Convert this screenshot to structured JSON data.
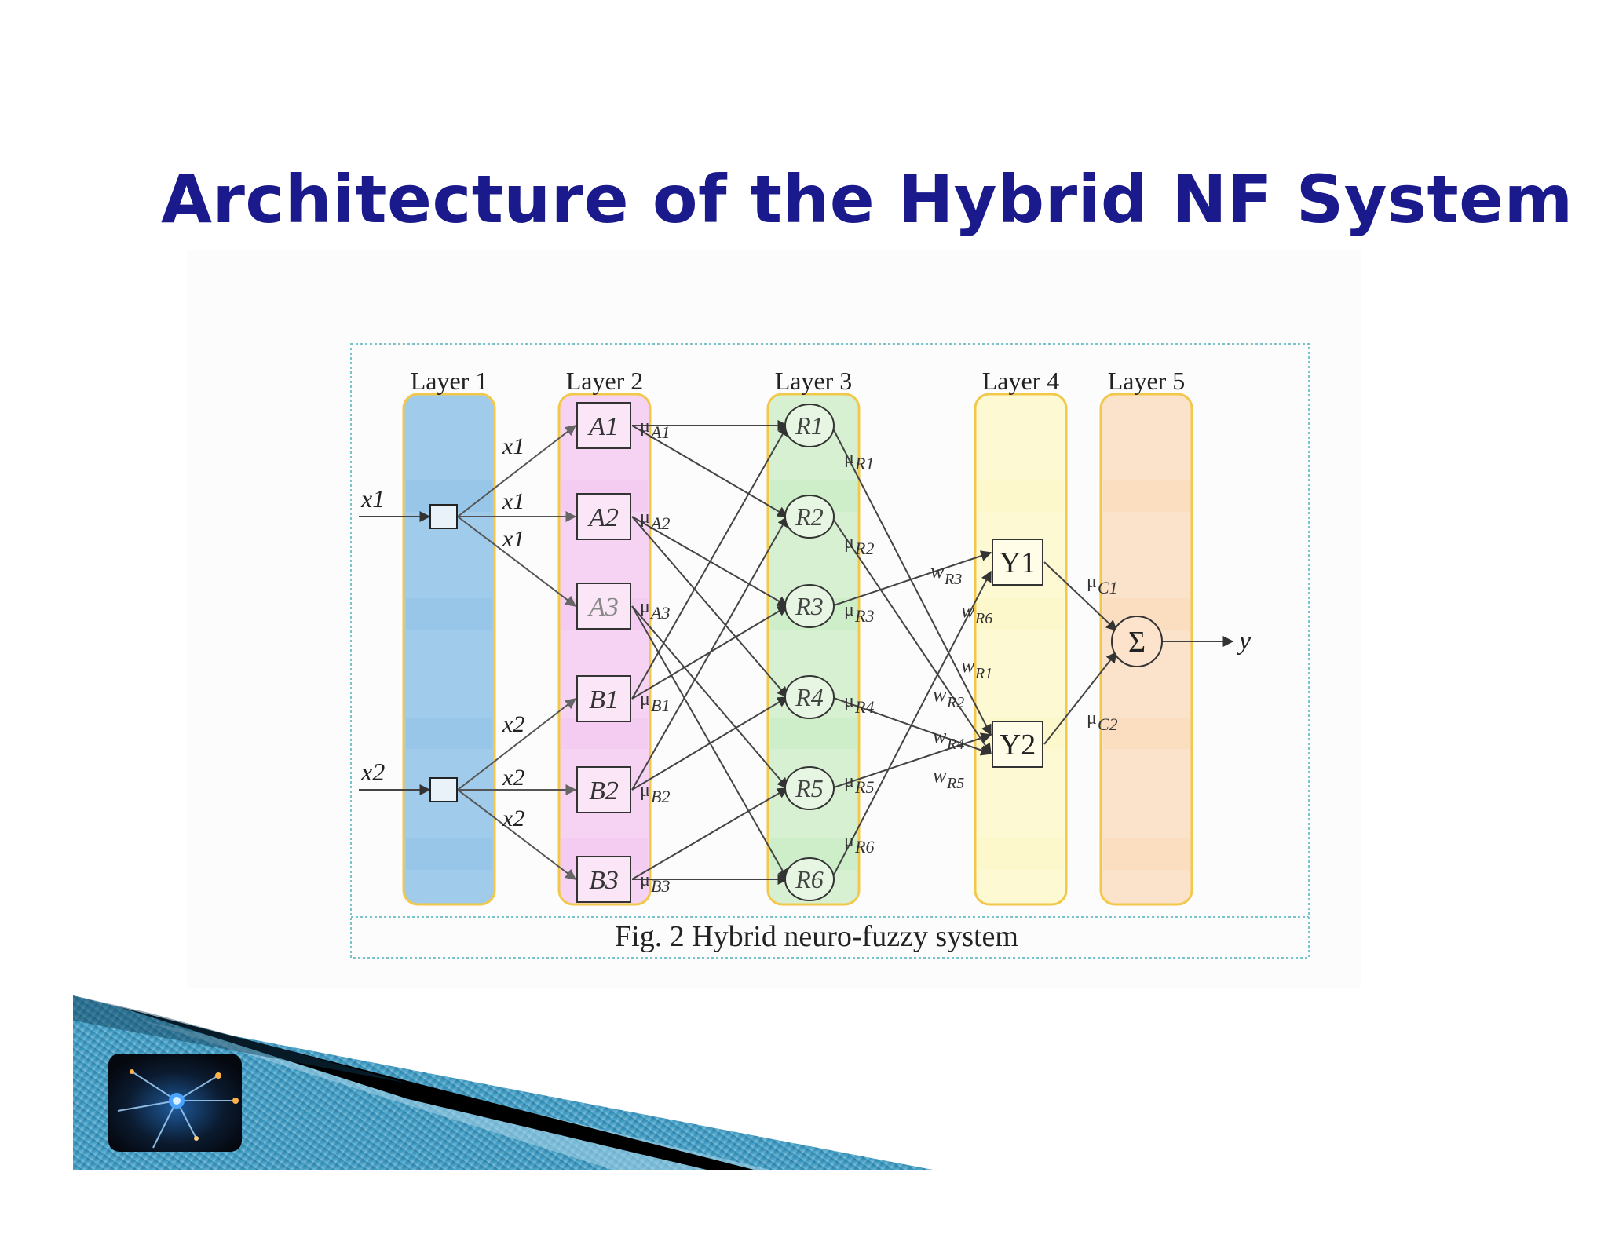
{
  "slide": {
    "title": "Architecture of the Hybrid NF System"
  },
  "figure": {
    "caption": "Fig. 2 Hybrid neuro-fuzzy system",
    "layers": [
      "Layer 1",
      "Layer 2",
      "Layer 3",
      "Layer 4",
      "Layer 5"
    ],
    "layer_colors": [
      "#8fc2e6",
      "#f4c6ef",
      "#c9ecc2",
      "#fdf8c4",
      "#fbd9b8"
    ],
    "inputs": [
      "x1",
      "x2"
    ],
    "input_edge_labels": [
      "x1",
      "x1",
      "x1",
      "x2",
      "x2",
      "x2"
    ],
    "membership_nodes": [
      "A1",
      "A2",
      "A3",
      "B1",
      "B2",
      "B3"
    ],
    "membership_outputs": [
      {
        "mu": "μ",
        "sub": "A1"
      },
      {
        "mu": "μ",
        "sub": "A2"
      },
      {
        "mu": "μ",
        "sub": "A3"
      },
      {
        "mu": "μ",
        "sub": "B1"
      },
      {
        "mu": "μ",
        "sub": "B2"
      },
      {
        "mu": "μ",
        "sub": "B3"
      }
    ],
    "rule_nodes": [
      "R1",
      "R2",
      "R3",
      "R4",
      "R5",
      "R6"
    ],
    "rule_outputs": [
      {
        "mu": "μ",
        "sub": "R1"
      },
      {
        "mu": "μ",
        "sub": "R2"
      },
      {
        "mu": "μ",
        "sub": "R3"
      },
      {
        "mu": "μ",
        "sub": "R4"
      },
      {
        "mu": "μ",
        "sub": "R5"
      },
      {
        "mu": "μ",
        "sub": "R6"
      }
    ],
    "weights": [
      {
        "w": "w",
        "sub": "R3"
      },
      {
        "w": "w",
        "sub": "R6"
      },
      {
        "w": "w",
        "sub": "R1"
      },
      {
        "w": "w",
        "sub": "R2"
      },
      {
        "w": "w",
        "sub": "R4"
      },
      {
        "w": "w",
        "sub": "R5"
      }
    ],
    "output_nodes": [
      "Y1",
      "Y2"
    ],
    "output_mus": [
      {
        "mu": "μ",
        "sub": "C1"
      },
      {
        "mu": "μ",
        "sub": "C2"
      }
    ],
    "sum_symbol": "Σ",
    "output_label": "y"
  }
}
